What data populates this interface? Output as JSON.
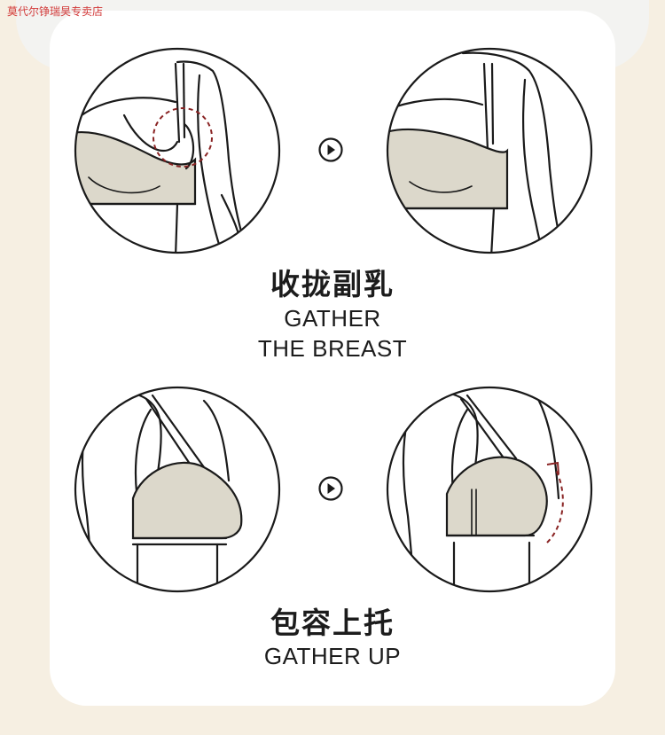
{
  "watermark": "莫代尔铮瑞昊专卖店",
  "colors": {
    "fabric": "#dcd8cb",
    "line": "#1a1a1a",
    "accent": "#8a2424",
    "page_bg": "#f6efe2",
    "card_bg": "#ffffff"
  },
  "sections": [
    {
      "title_cn": "收拢副乳",
      "title_en_line1": "GATHER",
      "title_en_line2": "THE BREAST",
      "arrow_icon": "play-circle-icon"
    },
    {
      "title_cn": "包容上托",
      "title_en_line1": "GATHER UP",
      "arrow_icon": "play-circle-icon"
    }
  ]
}
